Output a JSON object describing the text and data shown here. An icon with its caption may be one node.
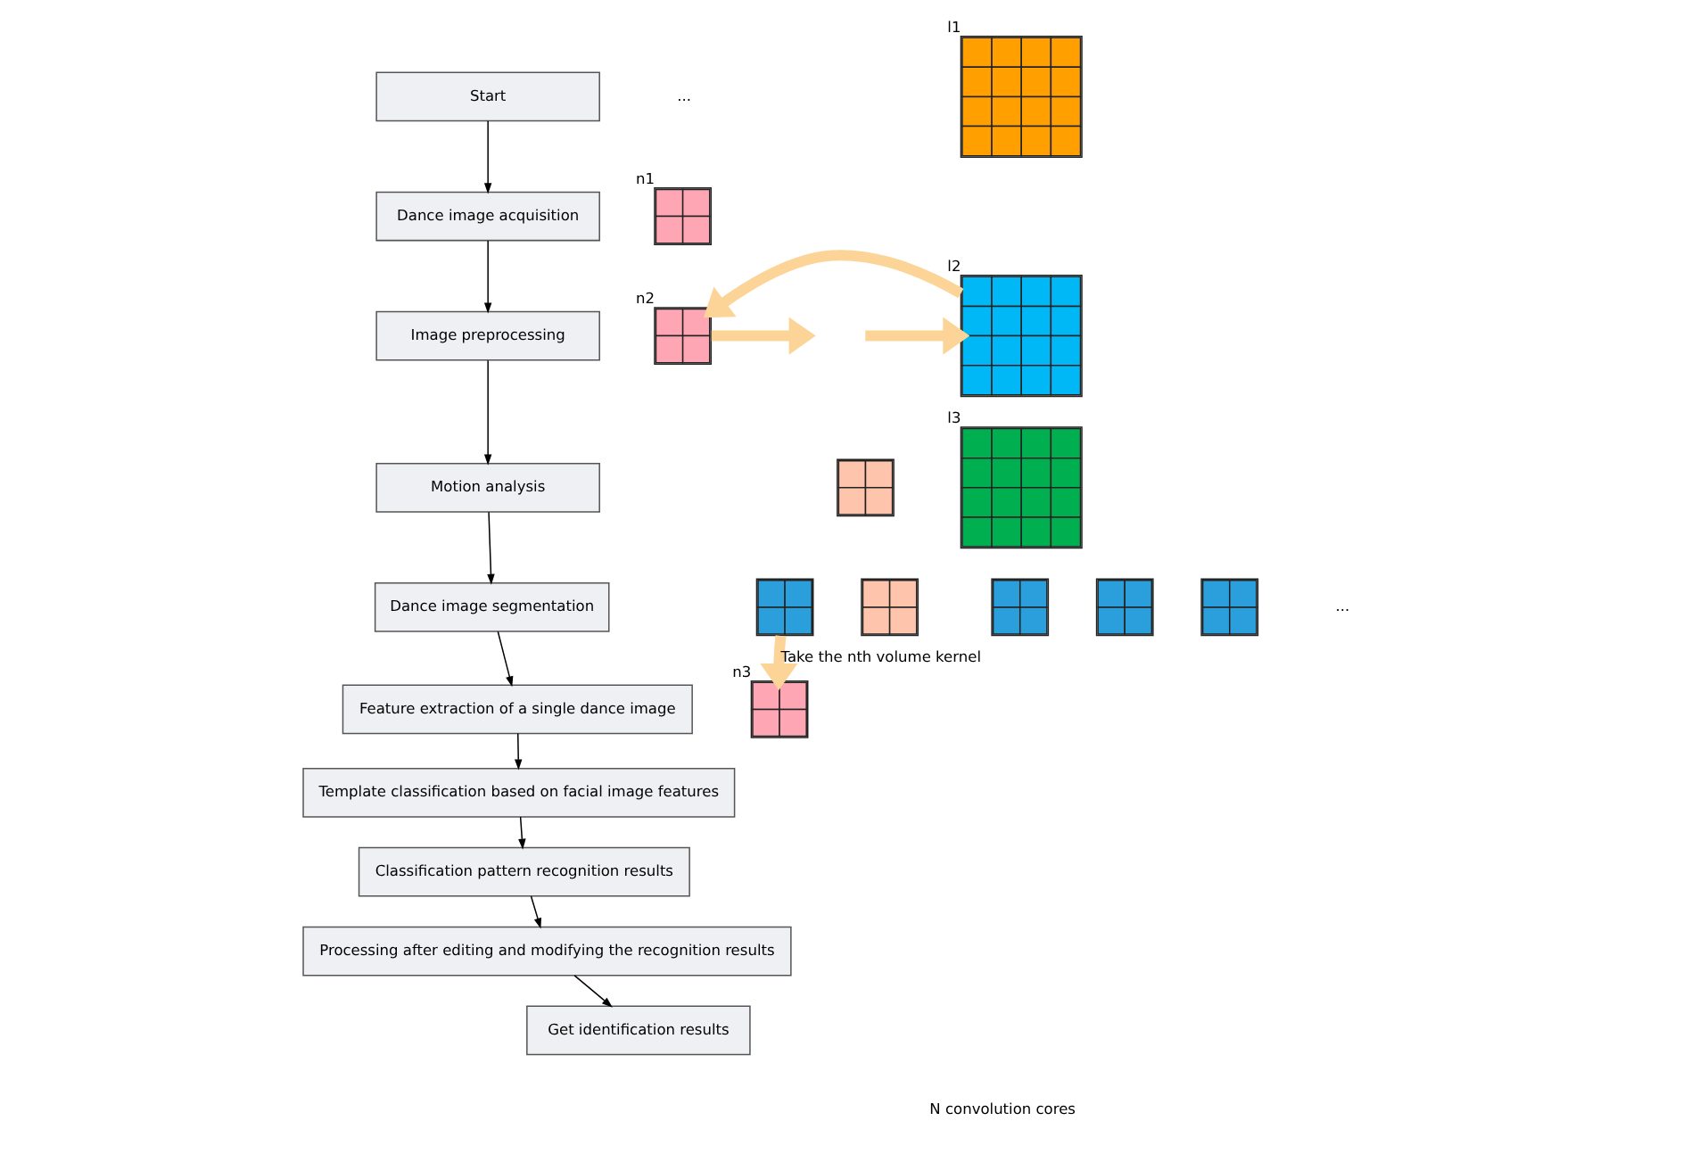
{
  "diagram": {
    "nodes": [
      {
        "text": [
          "Start"
        ]
      },
      {
        "text": [
          "Dance image acquisition"
        ]
      },
      {
        "text": [
          "Image preprocessing"
        ]
      },
      {
        "text": [
          "Motion analysis"
        ]
      },
      {
        "text": [
          "Dance image segmentation"
        ]
      },
      {
        "text": [
          "Feature extraction of a single dance image"
        ]
      },
      {
        "text": [
          "Template classification based on facial image features"
        ]
      },
      {
        "text": [
          "Classification pattern recognition results"
        ]
      },
      {
        "text": [
          "Processing after editing and modifying the recognition results"
        ]
      },
      {
        "text": [
          "Get identification results"
        ]
      },
      {
        "text": [],
        "shape": "grid",
        "beside": [
          "l1"
        ]
      },
      {
        "text": [],
        "shape": "grid",
        "beside": [
          "l2"
        ]
      },
      {
        "text": [],
        "shape": "grid",
        "beside": [
          "l3"
        ]
      },
      {
        "text": [],
        "shape": "grid",
        "beside": [
          "n1"
        ]
      },
      {
        "text": [],
        "shape": "grid",
        "beside": [
          "n2"
        ]
      },
      {
        "text": [],
        "shape": "grid",
        "beside": [
          "n3"
        ]
      },
      {
        "text": [],
        "shape": "grid"
      },
      {
        "text": [],
        "shape": "grid"
      },
      {
        "text": [],
        "shape": "grid"
      },
      {
        "text": [],
        "shape": "grid"
      },
      {
        "text": [],
        "shape": "grid"
      },
      {
        "text": [],
        "shape": "grid"
      }
    ],
    "edges": [
      {
        "from": 0,
        "to": 1,
        "arrow": "to"
      },
      {
        "from": 1,
        "to": 2,
        "arrow": "to"
      },
      {
        "from": 2,
        "to": 3,
        "arrow": "to"
      },
      {
        "from": 3,
        "to": 4,
        "arrow": "to"
      },
      {
        "from": 4,
        "to": 5,
        "arrow": "to"
      },
      {
        "from": 5,
        "to": 6,
        "arrow": "to"
      },
      {
        "from": 6,
        "to": 7,
        "arrow": "to"
      },
      {
        "from": 7,
        "to": 8,
        "arrow": "to"
      },
      {
        "from": 8,
        "to": 9,
        "arrow": "to"
      },
      {
        "from": null,
        "to": 11,
        "arrow": "to",
        "style": "thick",
        "color": "#fdd497"
      },
      {
        "from": 11,
        "to": 14,
        "arrow": "to",
        "style": "thick",
        "color": "#fdd497"
      },
      {
        "from": 14,
        "to": null,
        "arrow": "to",
        "style": "thick",
        "color": "#fdd497"
      },
      {
        "from": 20,
        "to": 15,
        "arrow": "to",
        "style": "thick",
        "color": "#fdd497",
        "label": "Take the nth volume kernel"
      }
    ],
    "labels": [
      "...",
      "...",
      "N convolution cores"
    ]
  }
}
